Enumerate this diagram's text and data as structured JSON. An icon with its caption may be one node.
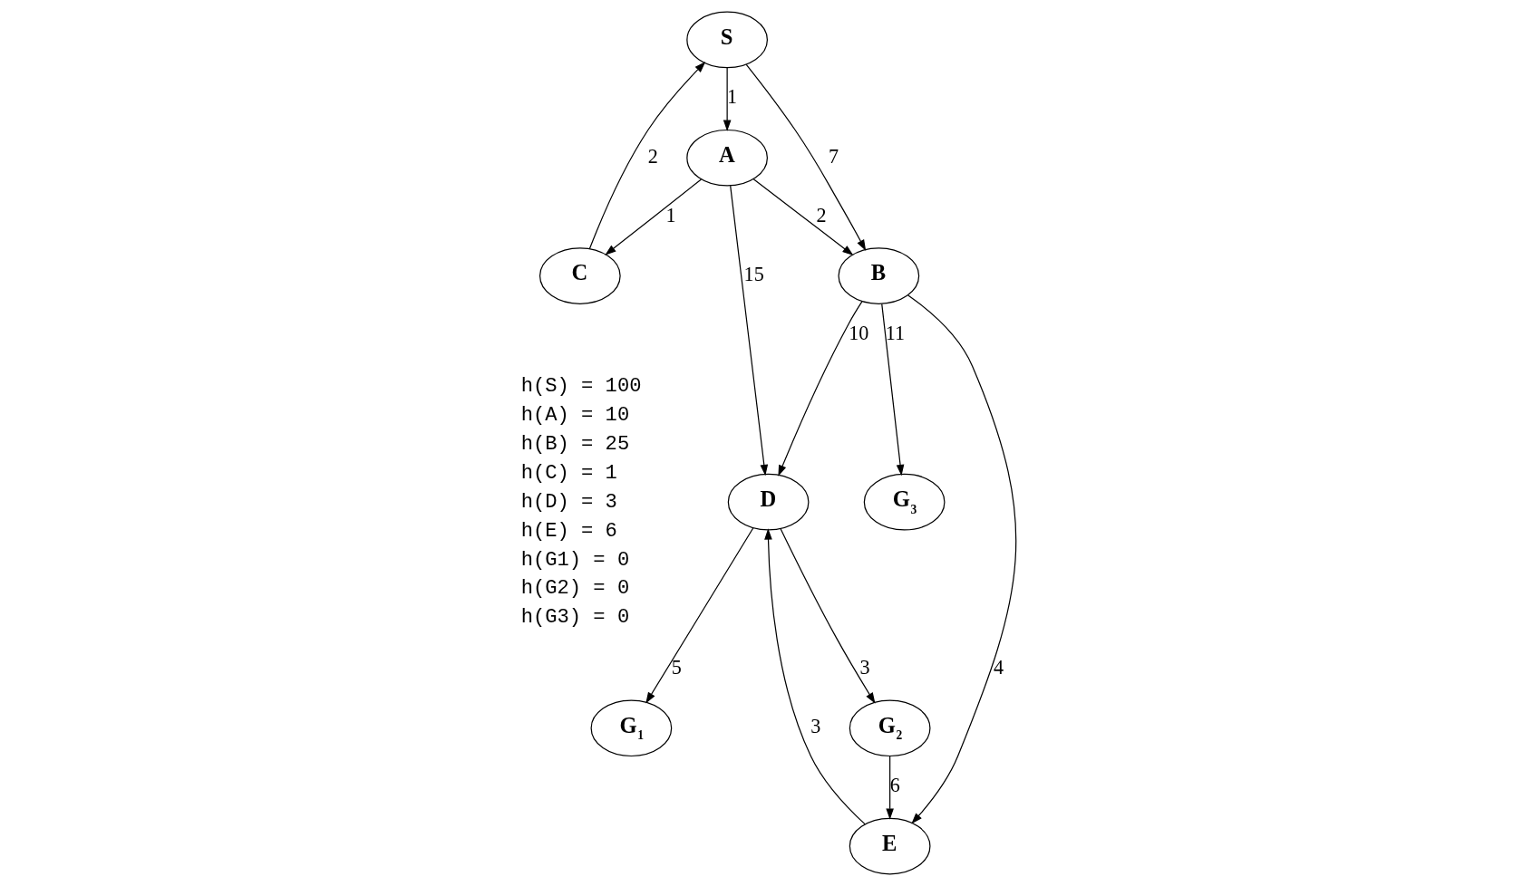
{
  "diagram": {
    "nodes": [
      {
        "text": [
          "S"
        ]
      },
      {
        "text": [
          "A"
        ]
      },
      {
        "text": [
          "B"
        ]
      },
      {
        "text": [
          "C"
        ]
      },
      {
        "text": [
          "D"
        ]
      },
      {
        "text": [
          "E"
        ]
      },
      {
        "text": [
          "G$_{1}$"
        ]
      },
      {
        "text": [
          "G$_{2}$"
        ]
      },
      {
        "text": [
          "G$_{3}$"
        ]
      }
    ],
    "edges": [
      {
        "from": 0,
        "to": 1,
        "arrow": "to",
        "label": "1"
      },
      {
        "from": 0,
        "to": 2,
        "arrow": "to",
        "label": "7"
      },
      {
        "from": 3,
        "to": 0,
        "arrow": "to",
        "label": "2"
      },
      {
        "from": 1,
        "to": 2,
        "arrow": "to",
        "label": "2"
      },
      {
        "from": 1,
        "to": 3,
        "arrow": "to",
        "label": "1"
      },
      {
        "from": 1,
        "to": 4,
        "arrow": "to",
        "label": "15"
      },
      {
        "from": 2,
        "to": 8,
        "arrow": "to",
        "label": "11"
      },
      {
        "from": 2,
        "to": 4,
        "arrow": "to",
        "label": "10"
      },
      {
        "from": 2,
        "to": 5,
        "arrow": "to",
        "label": "4"
      },
      {
        "from": 5,
        "to": 4,
        "arrow": "to",
        "label": "3"
      },
      {
        "from": 4,
        "to": 6,
        "arrow": "to",
        "label": "5"
      },
      {
        "from": 4,
        "to": 7,
        "arrow": "to",
        "label": "3"
      },
      {
        "from": 7,
        "to": 5,
        "arrow": "to",
        "label": "6"
      }
    ],
    "labels": [
      "h(S) = 100",
      "h(A) = 10",
      "h(B) = 25",
      "h(C) = 1",
      "h(D) = 3",
      "h(E) = 6",
      "h(G1) = 0",
      "h(G2) = 0",
      "h(G3) = 0"
    ]
  }
}
